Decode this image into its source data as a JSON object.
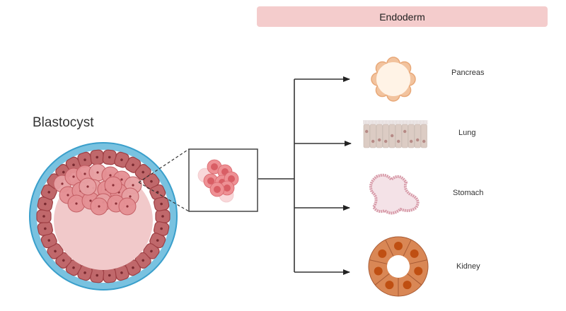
{
  "header": {
    "germ_layer": "Endoderm"
  },
  "source": {
    "label": "Blastocyst"
  },
  "outputs": [
    {
      "label": "Pancreas"
    },
    {
      "label": "Lung"
    },
    {
      "label": "Stomach"
    },
    {
      "label": "Kidney"
    }
  ],
  "colors": {
    "banner": "#f4cccc",
    "zona": "#79c2e0",
    "zona_edge": "#3a9fcb",
    "cell_fill": "#c0686b",
    "cell_edge": "#9e3f44",
    "icm_fill": "#e59094",
    "cavity": "#f1c9ca",
    "pancreas": "#e8a878",
    "lung": "#dcccc4",
    "stomach": "#d79aa8",
    "kidney": "#d98755",
    "arrow": "#222222"
  }
}
